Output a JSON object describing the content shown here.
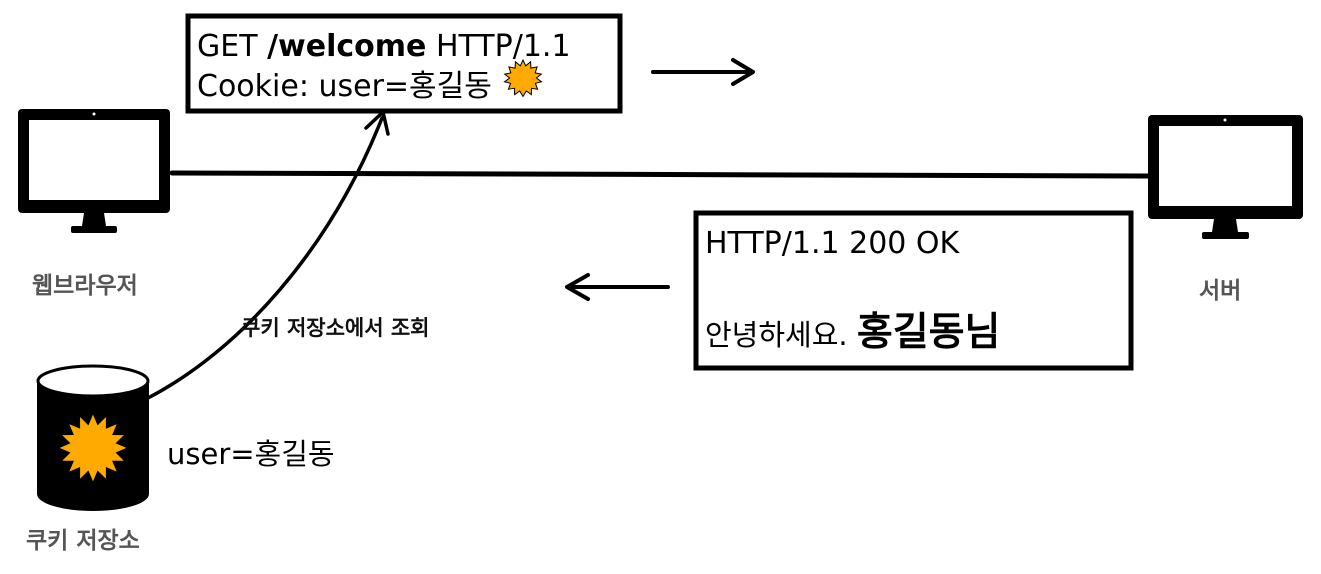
{
  "request": {
    "method": "GET",
    "path": "/welcome",
    "protocol": "HTTP/1.1",
    "cookie_line": "Cookie: user=홍길동"
  },
  "response": {
    "status_line": "HTTP/1.1 200 OK",
    "greeting_prefix": "안녕하세요. ",
    "greeting_name": "홍길동님"
  },
  "nodes": {
    "browser_label": "웹브라우저",
    "server_label": "서버",
    "cookie_store_label": "쿠키 저장소"
  },
  "cookie_lookup_label": "쿠키 저장소에서 조회",
  "stored_cookie": "user=홍길동",
  "colors": {
    "cookie_badge": "#FFAA00",
    "stroke": "#000000",
    "label_gray": "#555555"
  },
  "icons": {
    "browser": "desktop-monitor-icon",
    "server": "desktop-monitor-icon",
    "cookie_store": "database-cylinder-icon",
    "cookie": "sunburst-cookie-icon"
  }
}
